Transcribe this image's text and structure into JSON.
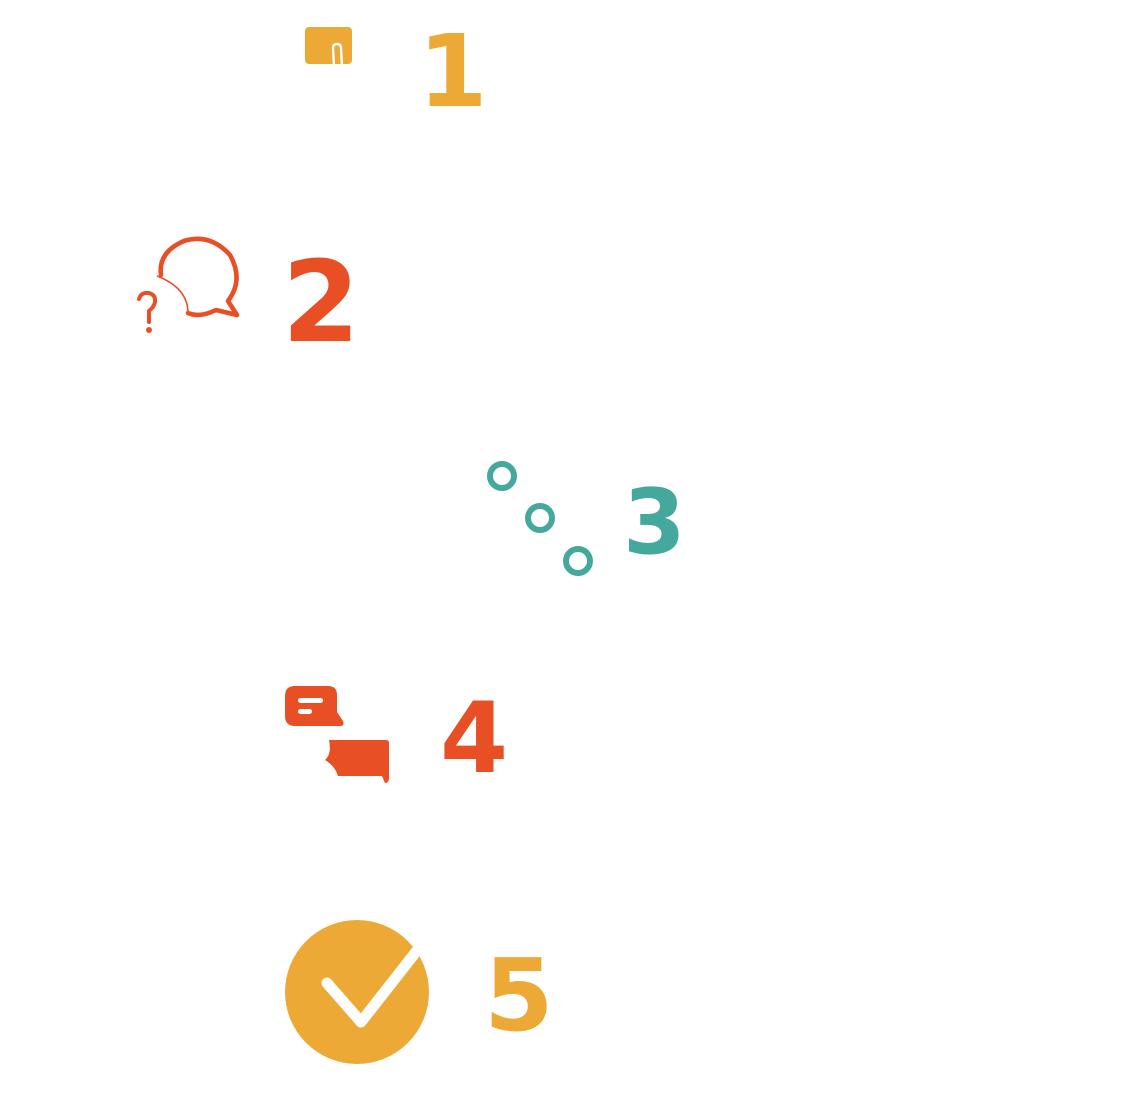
{
  "colors": {
    "amber": "#EDA936",
    "red_orange": "#E94F25",
    "teal": "#44A89C"
  },
  "steps": [
    {
      "number": "1",
      "icon": "paper-clip-card-icon",
      "color": "#EDA936"
    },
    {
      "number": "2",
      "icon": "question-chat-bubble-icon",
      "color": "#E94F25"
    },
    {
      "number": "3",
      "icon": "connected-dots-icon",
      "color": "#44A89C"
    },
    {
      "number": "4",
      "icon": "two-chat-bubbles-icon",
      "color": "#E94F25"
    },
    {
      "number": "5",
      "icon": "check-circle-icon",
      "color": "#EDA936"
    }
  ]
}
